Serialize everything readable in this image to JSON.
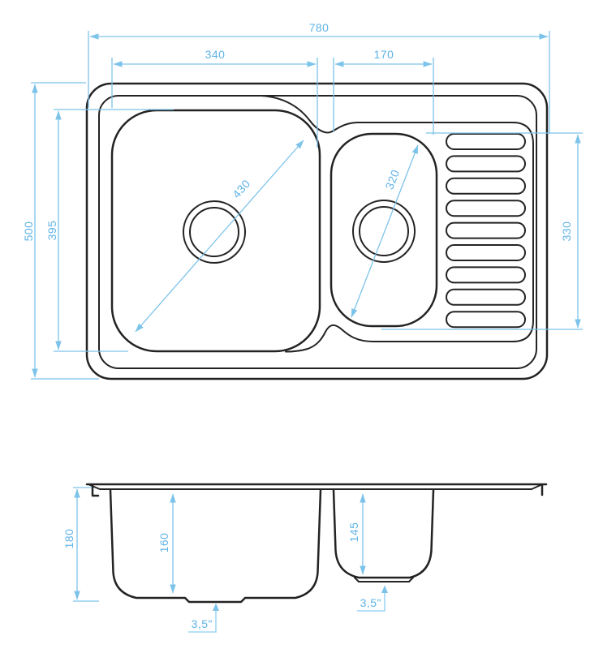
{
  "drawing": {
    "type": "technical-drawing",
    "subject": "double-bowl kitchen sink with right drainboard, top view and front section view",
    "colors": {
      "dimension_line": "#7cc3ea",
      "dimension_text": "#5fb3e6",
      "outline": "#232323",
      "background": "#ffffff"
    },
    "top_view": {
      "dim_overall_width": "780",
      "dim_main_bowl_width": "340",
      "dim_small_bowl_width": "170",
      "dim_overall_depth": "500",
      "dim_main_bowl_depth": "395",
      "dim_main_bowl_diagonal": "430",
      "dim_small_bowl_diagonal": "320",
      "dim_drainer_length": "330",
      "drainer_rib_count": 9
    },
    "side_view": {
      "dim_overall_height": "180",
      "dim_main_bowl_height": "160",
      "dim_small_bowl_height": "145",
      "label_main_drain": "3,5\"",
      "label_small_drain": "3,5\""
    }
  }
}
